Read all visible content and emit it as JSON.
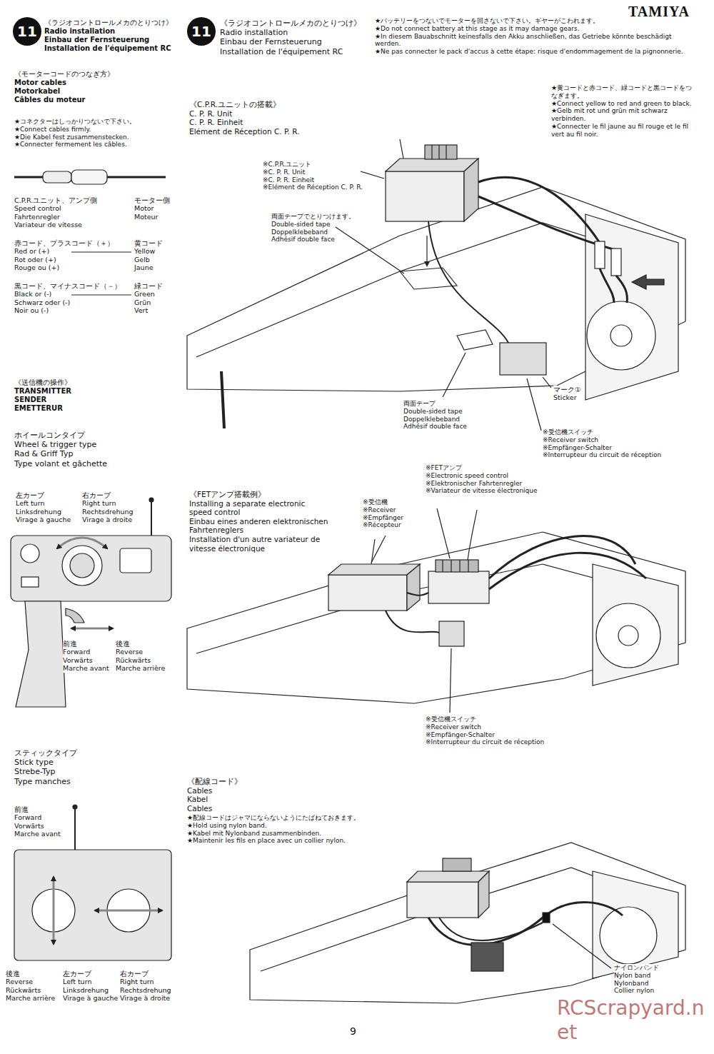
{
  "diagram": {
    "nodes": [
      {
        "text": [
          "11"
        ]
      },
      {
        "text": [
          "11"
        ]
      }
    ],
    "labels": [
      "《ラジオコントロールメカのとりつけ》",
      "Radio installation",
      "Einbau der Fernsteuerung",
      "Installation de l'équipement RC",
      "《モーターコードのつなぎ方》",
      "Motor cables",
      "Motorkabel",
      "Câbles du moteur",
      "★コネクターはしっかりつないで下さい。",
      "★Connect cables firmly.",
      "★Die Kabel fest zusammenstecken.",
      "★Connecter fermement les câbles.",
      "C.P.R.ユニット、アンプ側",
      "Speed control",
      "Fahrtenregler",
      "Variateur de vitesse",
      "モーター側",
      "Motor",
      "Moteur",
      "赤コード、プラスコード（＋）",
      "Red or (+)",
      "Rot oder (+)",
      "Rouge ou (+)",
      "黄コード",
      "Yellow",
      "Gelb",
      "Jaune",
      "黒コード、マイナスコード（－）",
      "Black or (-)",
      "Schwarz oder (-)",
      "Noir ou (-)",
      "緑コード",
      "Green",
      "Grün",
      "Vert",
      "《送信機の操作》",
      "TRANSMITTER",
      "SENDER",
      "EMETTERUR",
      "ホイールコンタイプ",
      "Wheel & trigger type",
      "Rad & Griff Typ",
      "Type volant et gâchette",
      "左カーブ",
      "Left turn",
      "Linksdrehung",
      "Virage à gauche",
      "右カーブ",
      "Right turn",
      "Rechtsdrehung",
      "Virage à droite",
      "前進",
      "Forward",
      "Vorwärts",
      "Marche avant",
      "後進",
      "Reverse",
      "Rückwärts",
      "Marche arrière",
      "スティックタイプ",
      "Stick type",
      "Strebe-Typ",
      "Type manches",
      "前進",
      "Forward",
      "Vorwärts",
      "Marche avant",
      "後進",
      "Reverse",
      "Rückwärts",
      "Marche arrière",
      "左カーブ",
      "Left turn",
      "Linksdrehung",
      "Virage à gauche",
      "右カーブ",
      "Right turn",
      "Rechtsdrehung",
      "Virage à droite",
      "TAMIYA",
      "《ラジオコントロールメカのとりつけ》",
      "Radio installation",
      "Einbau der Fernsteuerung",
      "Installation de l'équipement RC",
      "★バッテリーをつないでモーターを回さないで下さい。ギヤーがこわれます。",
      "★Do not connect battery at this stage as it may damage gears.",
      "★In diesem Bauabschnitt keinesfalls den Akku anschließen, das Getriebe könnte beschädigt werden.",
      "★Ne pas connecter le pack d'accus à cette étape: risque d'endommagement de la pignonnerie.",
      "《C.P.R.ユニットの搭載》",
      "C. P. R. Unit",
      "C. P. R. Einheit",
      "Elément de Réception C. P. R.",
      "★黄コードと赤コード、緑コードと黒コードをつなぎます。",
      "★Connect yellow to red and green to black.",
      "★Gelb mit rot und grün mit schwarz verbinden.",
      "★Connecter le fil jaune au fil rouge et le fil vert au fil noir.",
      "※C.P.R.ユニット",
      "※C. P. R. Unit",
      "※C. P. R. Einheit",
      "※Elément de Réception C. P. R.",
      "両面テープでとりつけます。",
      "Double-sided tape",
      "Doppelklebeband",
      "Adhésif double face",
      "マーク①",
      "Sticker",
      "両面テープ",
      "Double-sided tape",
      "Doppelklebeband",
      "Adhésif double face",
      "※受信機スイッチ",
      "※Receiver switch",
      "※Empfänger-Schalter",
      "※Interrupteur du circuit de réception",
      "《FETアンプ搭載例》",
      "Installing a separate electronic speed control",
      "Einbau eines anderen elektronischen Fahrtenreglers",
      "Installation d'un autre variateur de vitesse électronique",
      "※FETアンプ",
      "※Electronic speed control",
      "※Elektronischer Fahrtenregler",
      "※Variateur de vitesse électronique",
      "※受信機",
      "※Receiver",
      "※Empfänger",
      "※Récepteur",
      "※受信機スイッチ",
      "※Receiver switch",
      "※Empfänger-Schalter",
      "※Interrupteur du circuit de réception",
      "《配線コード》",
      "Cables",
      "Kabel",
      "Cables",
      "★配線コードはジャマにならないようにたばねておきます。",
      "★Hold using nylon band.",
      "★Kabel mit Nylonband zusammenbinden.",
      "★Maintenir les fils en place avec un collier nylon.",
      "ナイロンバンド",
      "Nylon band",
      "Nylonband",
      "Collier nylon",
      "9",
      "RCScrapyard.net"
    ]
  }
}
